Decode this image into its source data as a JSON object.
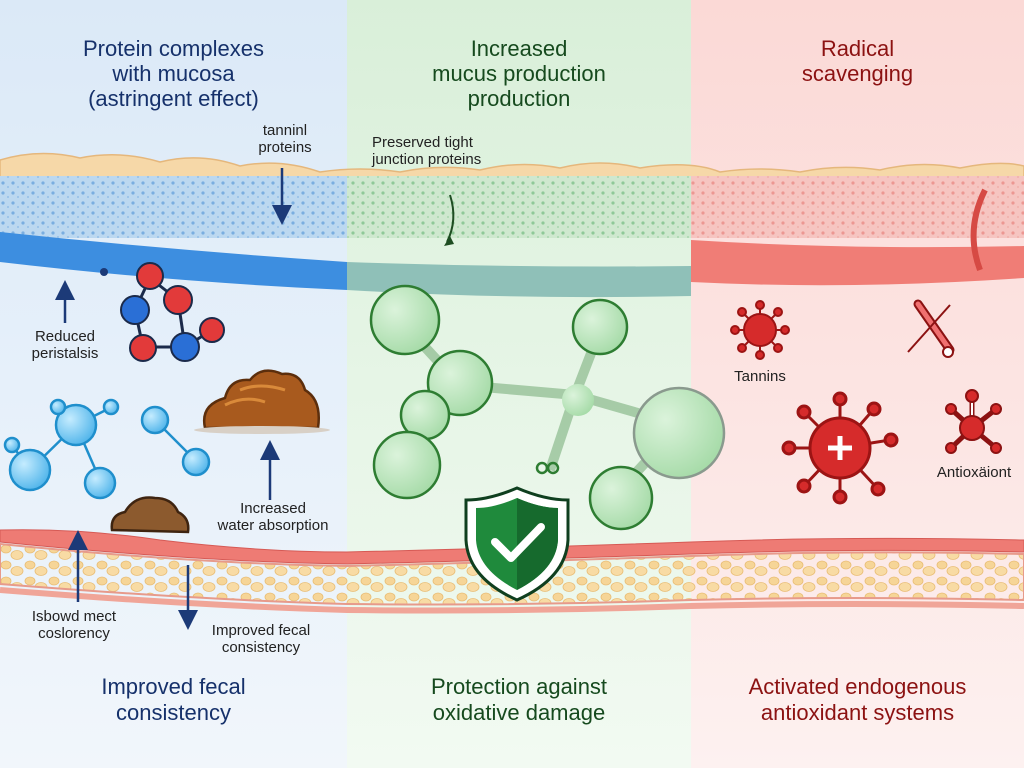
{
  "panels": {
    "astringent": {
      "title_lines": [
        "Protein complexes",
        "with mucosa",
        "(astringent effect)"
      ],
      "labels": {
        "tannin_proteins": [
          "tanninl",
          "proteins"
        ],
        "reduced_peristalsis": [
          "Reduced",
          "peristalsis"
        ],
        "increased_water_absorption": [
          "Increased",
          "water absorption"
        ],
        "isbowd": [
          "Isbowd mect",
          "coslorency"
        ],
        "improved_fecal_small": [
          "Improved fecal",
          "consistency"
        ]
      },
      "bottom_lines": [
        "Improved fecal",
        "consistency"
      ],
      "color": "#16316b"
    },
    "mucus": {
      "title_lines": [
        "Increased",
        "mucus production",
        "production"
      ],
      "labels": {
        "tight_junction": [
          "Preserved tight",
          "junction proteins"
        ]
      },
      "bottom_lines": [
        "Protection against",
        "oxidative damage"
      ],
      "color": "#164a1e"
    },
    "radical": {
      "title_lines": [
        "Radical",
        "scavenging"
      ],
      "labels": {
        "tannins": "Tannins",
        "antioxidant": "Antioxäiont"
      },
      "bottom_lines": [
        "Activated endogenous",
        "antioxidant systems"
      ],
      "color": "#8c1212"
    }
  },
  "icons": {
    "shield": "shield-check-icon",
    "radical_small": "free-radical-icon",
    "radical_large": "free-radical-plus-icon",
    "blocked": "blocked-icon",
    "antioxidant": "antioxidant-molecule-icon"
  }
}
